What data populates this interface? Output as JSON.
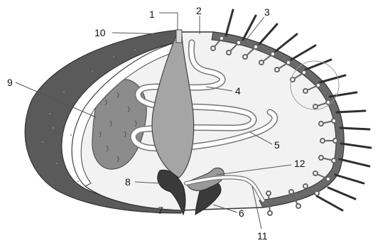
{
  "labels": [
    {
      "id": "1",
      "text": "1"
    },
    {
      "id": "2",
      "text": "2"
    },
    {
      "id": "3",
      "text": "3"
    },
    {
      "id": "4",
      "text": "4"
    },
    {
      "id": "5",
      "text": "5"
    },
    {
      "id": "6",
      "text": "6"
    },
    {
      "id": "7",
      "text": "7"
    },
    {
      "id": "8",
      "text": "8"
    },
    {
      "id": "9",
      "text": "9"
    },
    {
      "id": "10",
      "text": "10"
    },
    {
      "id": "11",
      "text": "11"
    },
    {
      "id": "12",
      "text": "12"
    }
  ],
  "colors": {
    "shell": "#595959",
    "body": "#e6e6e6",
    "inner": "#f2f2f2",
    "organ": "#9a9a9a",
    "dark": "#3a3a3a",
    "outline": "#333333"
  }
}
